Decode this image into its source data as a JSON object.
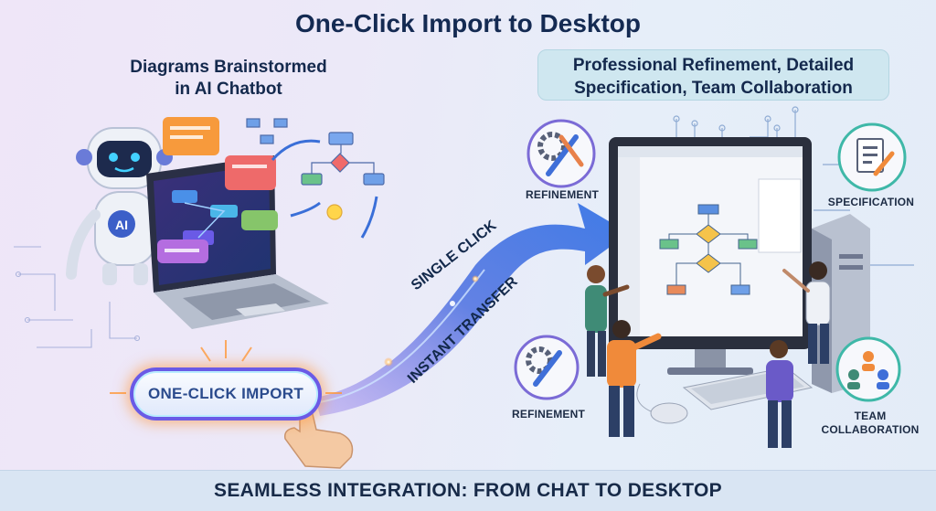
{
  "title": "One-Click Import to Desktop",
  "left_heading": [
    "Diagrams Brainstormed",
    "in AI Chatbot"
  ],
  "right_heading": [
    "Professional Refinement, Detailed",
    "Specification, Team Collaboration"
  ],
  "flow_labels": {
    "top": "SINGLE CLICK",
    "bottom": "INSTANT TRANSFER"
  },
  "import_button": "ONE-CLICK IMPORT",
  "robot_badge": "AI",
  "labels": {
    "refinement_top": "REFINEMENT",
    "refinement_bottom": "REFINEMENT",
    "specification": "SPECIFICATION",
    "team_collaboration": [
      "TEAM",
      "COLLABORATION"
    ]
  },
  "footer": "SEAMLESS INTEGRATION: FROM CHAT TO DESKTOP",
  "colors": {
    "title": "#142a52",
    "accent_purple": "#6a5ae6",
    "flow_blue": "#4b6fe0",
    "glow_orange": "#ff9a3c",
    "callout_teal": "#cfe7f0"
  }
}
